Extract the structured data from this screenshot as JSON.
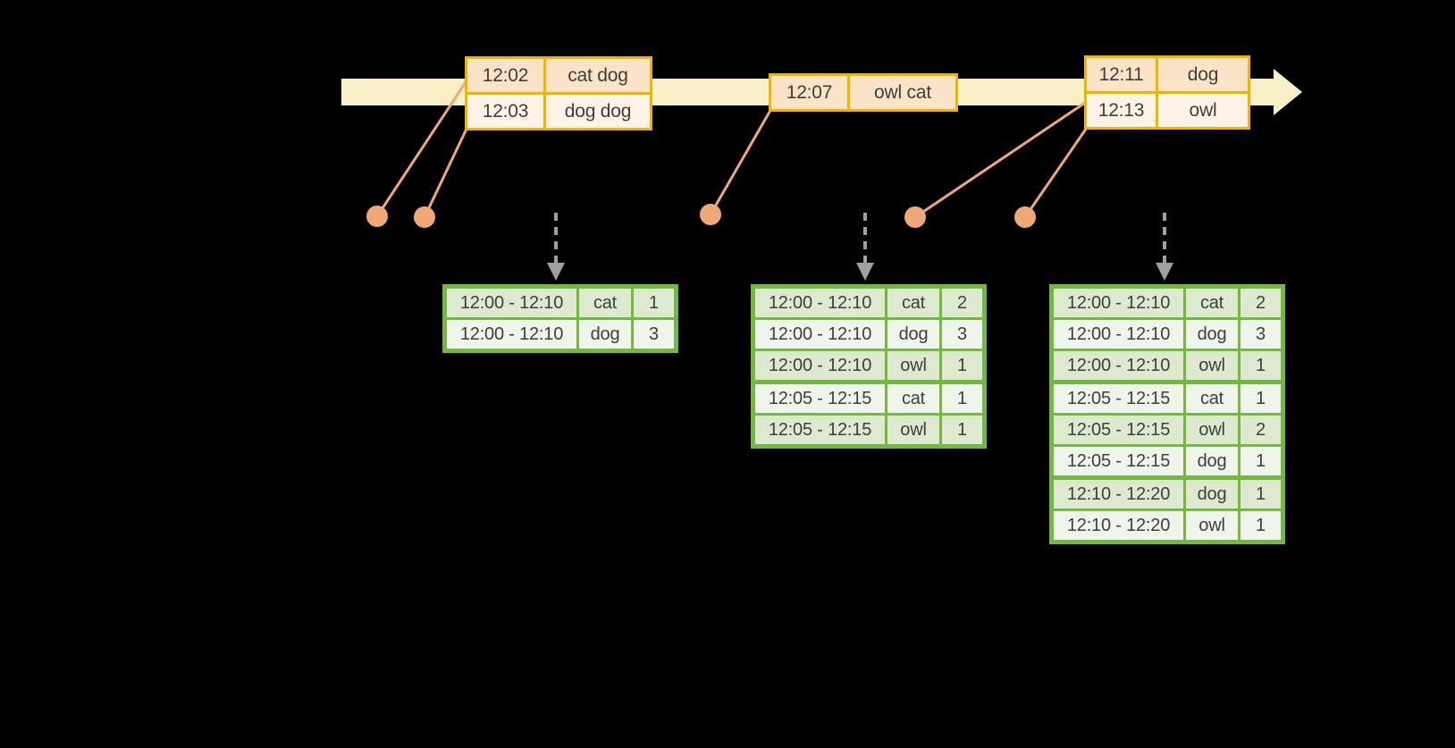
{
  "colors": {
    "background": "#000000",
    "timeline_fill": "#FAF0C8",
    "event_border": "#F0B500",
    "event_row_dark": "#FAE3C6",
    "event_row_light": "#FDF4E7",
    "leader_orange": "#EFA878",
    "result_border": "#74B843",
    "result_row_dark": "#DDEAD0",
    "result_row_light": "#F0F5EB",
    "arrow_gray": "#A0A0A0",
    "text": "#3E3E3E"
  },
  "event_tables": [
    {
      "rows": [
        {
          "time": "12:02",
          "words": "cat dog"
        },
        {
          "time": "12:03",
          "words": "dog dog"
        }
      ]
    },
    {
      "rows": [
        {
          "time": "12:07",
          "words": "owl cat"
        }
      ]
    },
    {
      "rows": [
        {
          "time": "12:11",
          "words": "dog"
        },
        {
          "time": "12:13",
          "words": "owl"
        }
      ]
    }
  ],
  "result_tables": [
    {
      "group_starts": [
        0
      ],
      "rows": [
        {
          "window": "12:00 - 12:10",
          "word": "cat",
          "count": "1"
        },
        {
          "window": "12:00 - 12:10",
          "word": "dog",
          "count": "3"
        }
      ]
    },
    {
      "group_starts": [
        0,
        3
      ],
      "rows": [
        {
          "window": "12:00 - 12:10",
          "word": "cat",
          "count": "2"
        },
        {
          "window": "12:00 - 12:10",
          "word": "dog",
          "count": "3"
        },
        {
          "window": "12:00 - 12:10",
          "word": "owl",
          "count": "1"
        },
        {
          "window": "12:05 - 12:15",
          "word": "cat",
          "count": "1"
        },
        {
          "window": "12:05 - 12:15",
          "word": "owl",
          "count": "1"
        }
      ]
    },
    {
      "group_starts": [
        0,
        3,
        6
      ],
      "rows": [
        {
          "window": "12:00 - 12:10",
          "word": "cat",
          "count": "2"
        },
        {
          "window": "12:00 - 12:10",
          "word": "dog",
          "count": "3"
        },
        {
          "window": "12:00 - 12:10",
          "word": "owl",
          "count": "1"
        },
        {
          "window": "12:05 - 12:15",
          "word": "cat",
          "count": "1"
        },
        {
          "window": "12:05 - 12:15",
          "word": "owl",
          "count": "2"
        },
        {
          "window": "12:05 - 12:15",
          "word": "dog",
          "count": "1"
        },
        {
          "window": "12:10 - 12:20",
          "word": "dog",
          "count": "1"
        },
        {
          "window": "12:10 - 12:20",
          "word": "owl",
          "count": "1"
        }
      ]
    }
  ]
}
